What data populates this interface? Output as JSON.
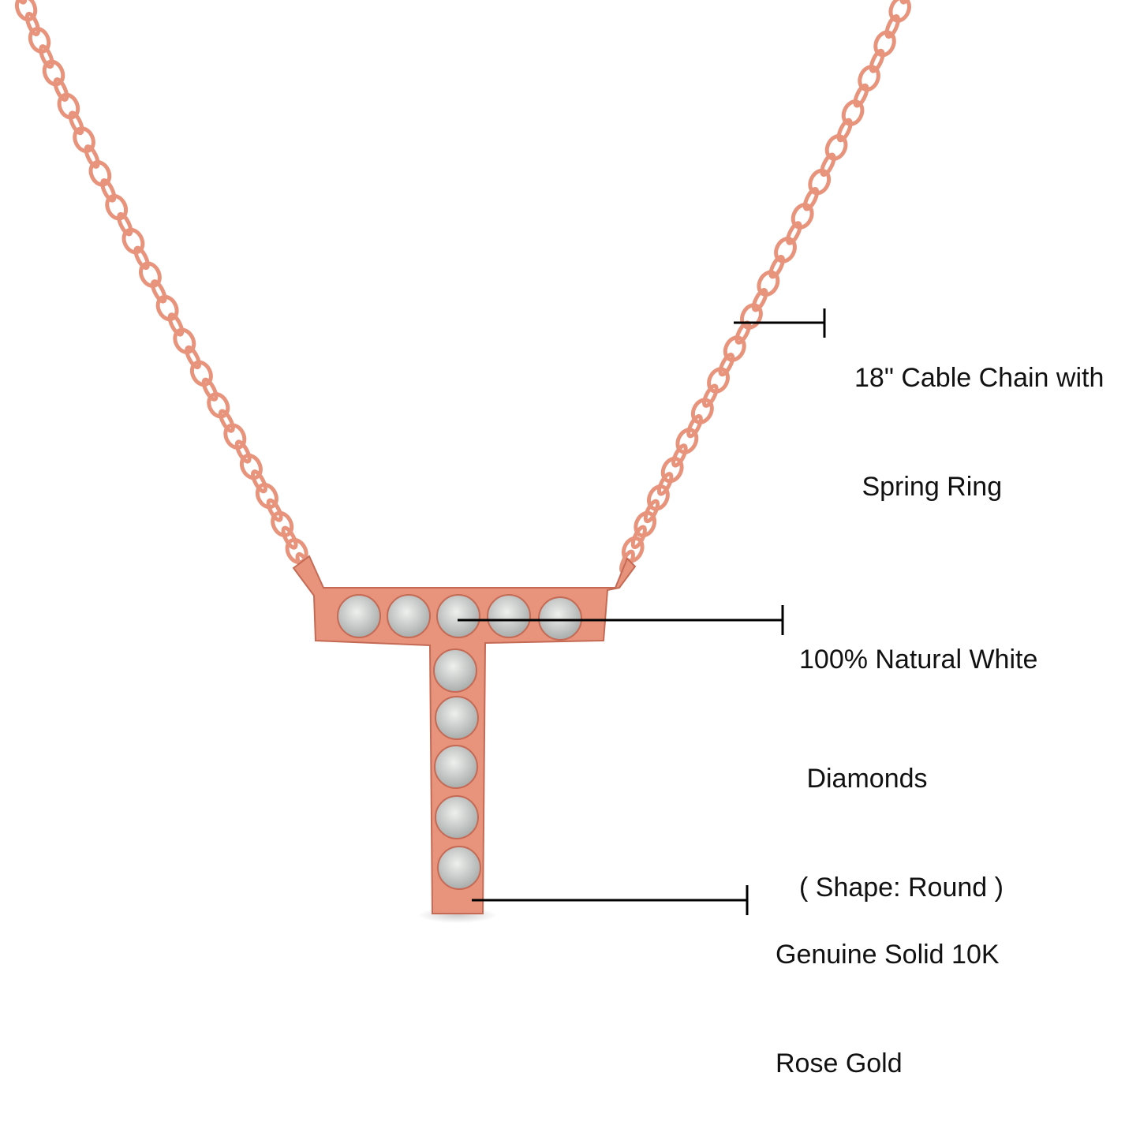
{
  "product": {
    "metal_color": "#e8937c",
    "diamond_color": "#d4d6d4",
    "letter": "T"
  },
  "callouts": [
    {
      "lines": [
        "18\" Cable Chain with",
        " Spring Ring"
      ]
    },
    {
      "lines": [
        "100% Natural White",
        " Diamonds",
        "( Shape: Round )"
      ]
    },
    {
      "lines": [
        "Genuine Solid 10K",
        "Rose Gold"
      ]
    }
  ]
}
